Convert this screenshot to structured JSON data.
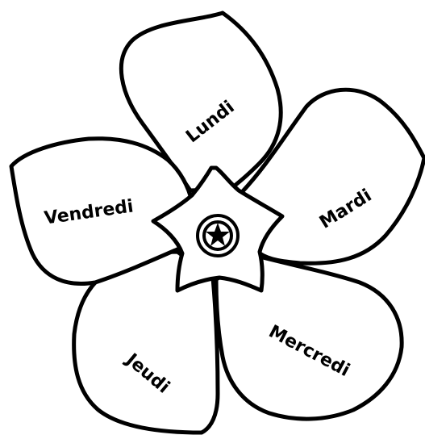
{
  "diagram": {
    "type": "flower",
    "petals": [
      {
        "id": "lundi",
        "label": "Lundi"
      },
      {
        "id": "mardi",
        "label": "Mardi"
      },
      {
        "id": "mercredi",
        "label": "Mercredi"
      },
      {
        "id": "jeudi",
        "label": "Jeudi"
      },
      {
        "id": "vendredi",
        "label": "Vendredi"
      }
    ],
    "center": {
      "icon": "star-icon"
    },
    "colors": {
      "outline": "#000000",
      "fill": "#ffffff"
    }
  }
}
